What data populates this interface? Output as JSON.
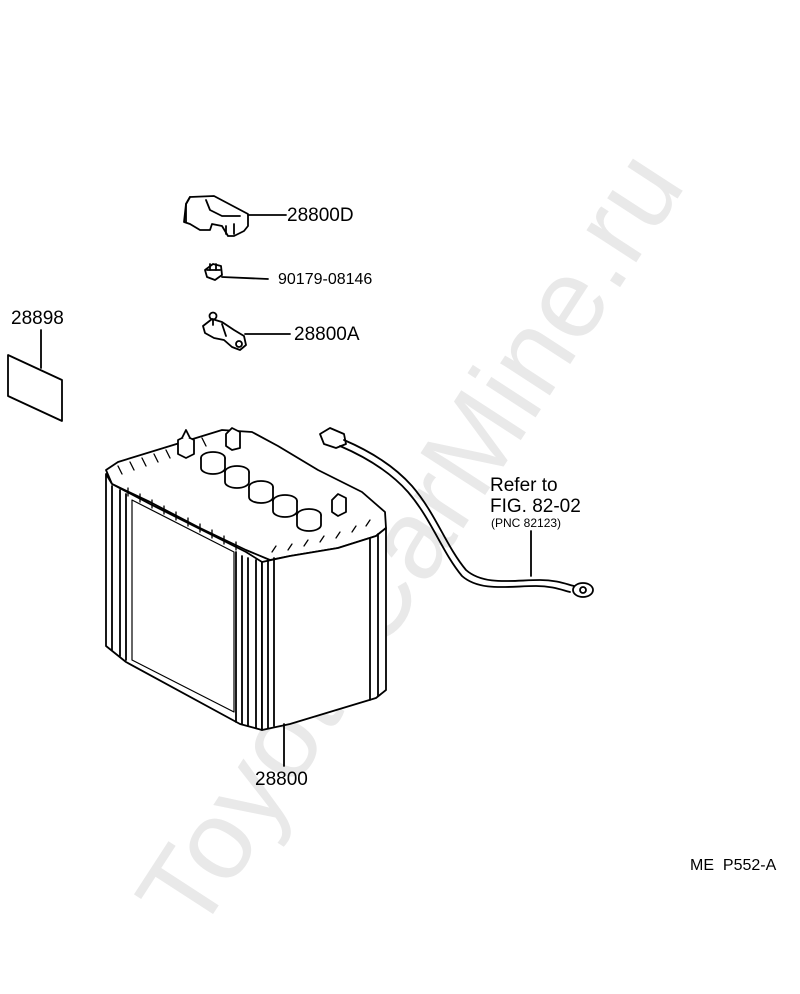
{
  "watermark": "ToyotaCarMine.ru",
  "parts": {
    "hold_down_clamp": "28800D",
    "nut": "90179-08146",
    "terminal_clamp": "28800A",
    "caution_label": "28898",
    "battery": "28800"
  },
  "reference": {
    "line1": "Refer to",
    "line2": "FIG. 82-02",
    "line3": "(PNC 82123)"
  },
  "footer": {
    "code": "ME  P552-A"
  },
  "colors": {
    "ink": "#000000",
    "background": "#ffffff",
    "watermark": "#e9e9e9"
  }
}
